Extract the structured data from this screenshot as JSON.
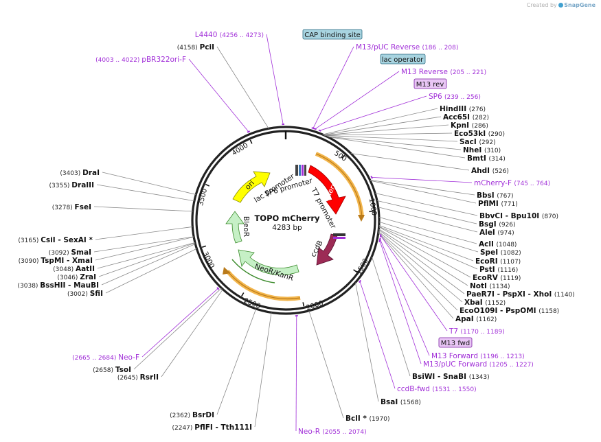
{
  "credit": {
    "prefix": "Created by",
    "brand": "SnapGene"
  },
  "plasmid": {
    "name": "TOPO mCherry",
    "size": "4283 bp",
    "length": 4283
  },
  "ticks": [
    "500",
    "1000",
    "1500",
    "2000",
    "2500",
    "3000",
    "3500",
    "4000"
  ],
  "enzymes_left": [
    {
      "pos": "(4158)",
      "name": "PciI"
    },
    {
      "pos": "(3403)",
      "name": "DraI"
    },
    {
      "pos": "(3355)",
      "name": "DraIII"
    },
    {
      "pos": "(3278)",
      "name": "FseI"
    },
    {
      "pos": "(3165)",
      "name": "CsiI  - SexAI *"
    },
    {
      "pos": "(3092)",
      "name": "SmaI"
    },
    {
      "pos": "(3090)",
      "name": "TspMI  - XmaI"
    },
    {
      "pos": "(3048)",
      "name": "AatII"
    },
    {
      "pos": "(3046)",
      "name": "ZraI"
    },
    {
      "pos": "(3038)",
      "name": "BssHII  - MauBI"
    },
    {
      "pos": "(3002)",
      "name": "SfiI"
    },
    {
      "pos": "(2658)",
      "name": "TsoI"
    },
    {
      "pos": "(2645)",
      "name": "RsrII"
    },
    {
      "pos": "(2362)",
      "name": "BsrDI"
    },
    {
      "pos": "(2247)",
      "name": "PflFI  - Tth111I"
    }
  ],
  "enzymes_right": [
    {
      "name": "HindIII",
      "pos": "(276)"
    },
    {
      "name": "Acc65I",
      "pos": "(282)"
    },
    {
      "name": "KpnI",
      "pos": "(286)"
    },
    {
      "name": "Eco53kI",
      "pos": "(290)"
    },
    {
      "name": "SacI",
      "pos": "(292)"
    },
    {
      "name": "NheI",
      "pos": "(310)"
    },
    {
      "name": "BmtI",
      "pos": "(314)"
    },
    {
      "name": "AhdI",
      "pos": "(526)"
    },
    {
      "name": "BbsI",
      "pos": "(767)"
    },
    {
      "name": "PflMI",
      "pos": "(771)"
    },
    {
      "name": "BbvCI   - Bpu10I",
      "pos": "(870)"
    },
    {
      "name": "BsgI",
      "pos": "(926)"
    },
    {
      "name": "AleI",
      "pos": "(974)"
    },
    {
      "name": "AclI",
      "pos": "(1048)"
    },
    {
      "name": "SpeI",
      "pos": "(1082)"
    },
    {
      "name": "EcoRI",
      "pos": "(1107)"
    },
    {
      "name": "PstI",
      "pos": "(1116)"
    },
    {
      "name": "EcoRV",
      "pos": "(1119)"
    },
    {
      "name": "NotI",
      "pos": "(1134)"
    },
    {
      "name": "PaeR7I   - PspXI   - XhoI",
      "pos": "(1140)"
    },
    {
      "name": "XbaI",
      "pos": "(1152)"
    },
    {
      "name": "EcoO109I   - PspOMI",
      "pos": "(1158)"
    },
    {
      "name": "ApaI",
      "pos": "(1162)"
    },
    {
      "name": "BsiWI   - SnaBI",
      "pos": "(1343)"
    },
    {
      "name": "BsaI",
      "pos": "(1568)"
    },
    {
      "name": "BclI *",
      "pos": "(1970)"
    }
  ],
  "primers": [
    {
      "name": "L4440",
      "range": "(4256 .. 4273)"
    },
    {
      "name": "pBR322ori-F",
      "range": "(4003 .. 4022)"
    },
    {
      "name": "M13/pUC Reverse",
      "range": "(186 .. 208)"
    },
    {
      "name": "M13 Reverse",
      "range": "(205 .. 221)"
    },
    {
      "name": "SP6",
      "range": "(239 .. 256)"
    },
    {
      "name": "mCherry-F",
      "range": "(745 .. 764)"
    },
    {
      "name": "T7",
      "range": "(1170 .. 1189)"
    },
    {
      "name": "M13 Forward",
      "range": "(1196 .. 1213)"
    },
    {
      "name": "M13/pUC Forward",
      "range": "(1205 .. 1227)"
    },
    {
      "name": "ccdB-fwd",
      "range": "(1531 .. 1550)"
    },
    {
      "name": "Neo-F",
      "range": "(2665 .. 2684)"
    },
    {
      "name": "Neo-R",
      "range": "(2055 .. 2074)"
    }
  ],
  "boxed_features": [
    {
      "name": "CAP binding site",
      "style": "blue"
    },
    {
      "name": "lac operator",
      "style": "blue"
    },
    {
      "name": "M13 rev",
      "style": "purple"
    },
    {
      "name": "M13 fwd",
      "style": "purple"
    }
  ],
  "features": [
    {
      "name": "mCherry",
      "color": "#ff0000"
    },
    {
      "name": "ccdB",
      "color": "#9c2b55"
    },
    {
      "name": "NeoR/KanR",
      "color": "#c6f0c6"
    },
    {
      "name": "BleoR",
      "color": "#c6f0c6"
    },
    {
      "name": "ori",
      "color": "#ffff00"
    },
    {
      "name": "lac promoter",
      "color": "#ffffff"
    },
    {
      "name": "SP6 promoter",
      "color": "#ffffff"
    },
    {
      "name": "T7 promoter",
      "color": "#ffffff"
    }
  ],
  "colors": {
    "primer": "#a12fd8",
    "orf_arc": "#f2b54b",
    "backbone": "#222222"
  }
}
